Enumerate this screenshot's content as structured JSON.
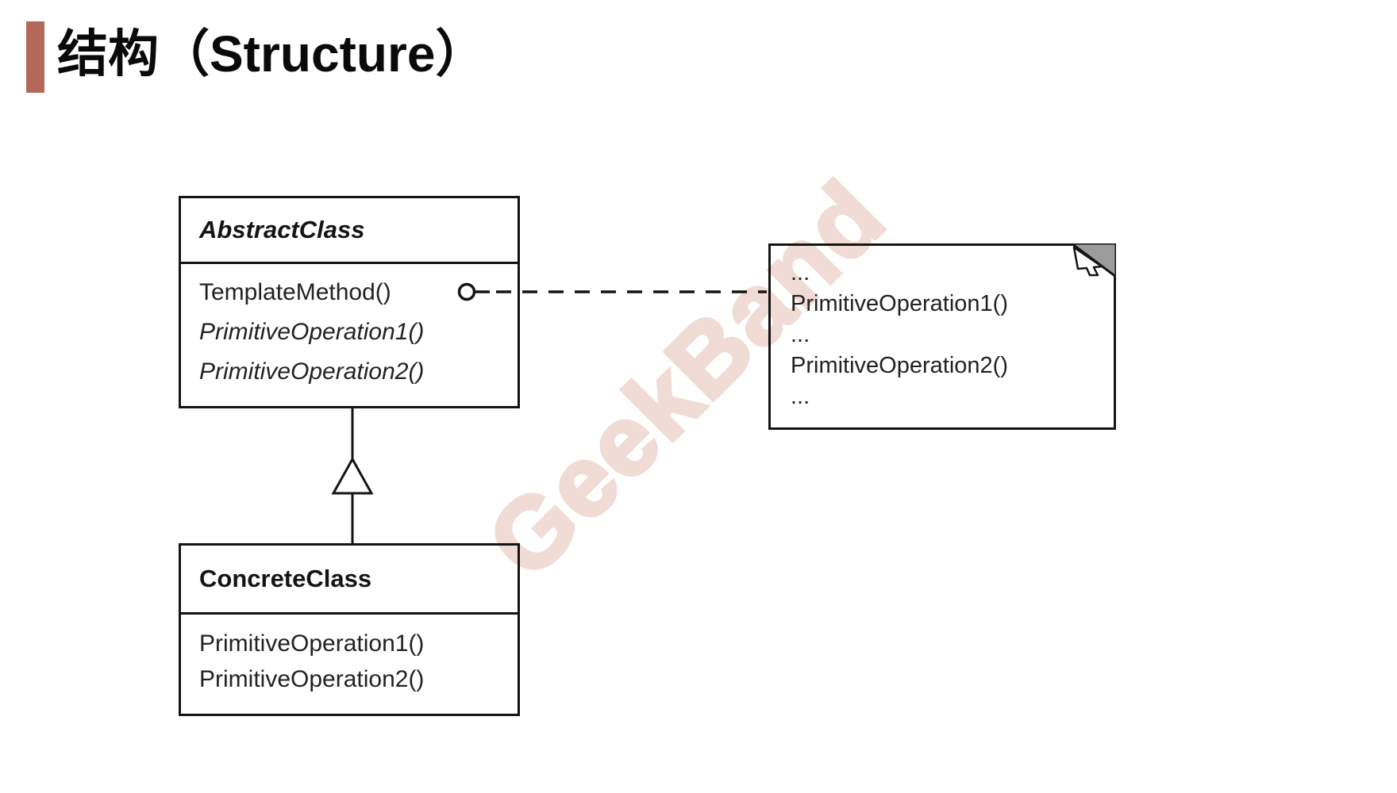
{
  "title": {
    "text": "结构（Structure）"
  },
  "watermark": {
    "text": "GeekBand"
  },
  "colors": {
    "accent_bar": "#b5685a",
    "watermark": "#f0dbd5",
    "line": "#141414",
    "note_fold_gray": "#9c9c9c"
  },
  "icons": {
    "note_fold": "folded-corner",
    "lollipop": "small-open-circle",
    "inheritance": "hollow-triangle-arrow"
  },
  "diagram": {
    "abstract_class": {
      "name": "AbstractClass",
      "methods": [
        {
          "label": "TemplateMethod()"
        },
        {
          "label": "PrimitiveOperation1()"
        },
        {
          "label": "PrimitiveOperation2()"
        }
      ]
    },
    "concrete_class": {
      "name": "ConcreteClass",
      "methods": [
        {
          "label": "PrimitiveOperation1()"
        },
        {
          "label": "PrimitiveOperation2()"
        }
      ]
    },
    "note": {
      "lines": [
        {
          "text": "..."
        },
        {
          "text": "PrimitiveOperation1()"
        },
        {
          "text": "..."
        },
        {
          "text": "PrimitiveOperation2()"
        },
        {
          "text": "..."
        }
      ]
    }
  }
}
